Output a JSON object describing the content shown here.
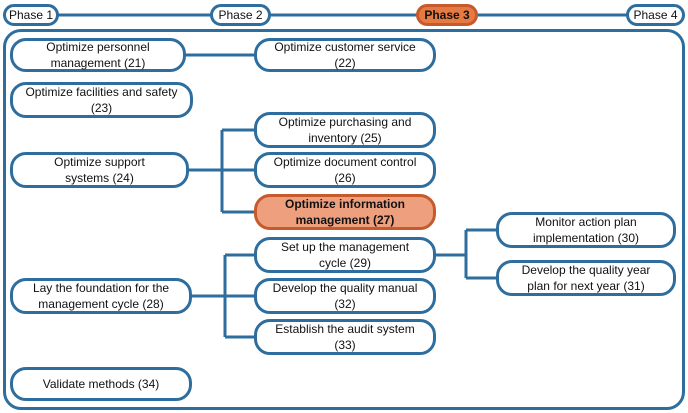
{
  "colors": {
    "line": "#2e6e9e",
    "highlight_fill": "#ee9f7d",
    "highlight_border": "#c65a2c",
    "active_phase_fill": "#e67a43"
  },
  "phases": {
    "p1": "Phase 1",
    "p2": "Phase 2",
    "p3": "Phase 3",
    "p4": "Phase 4",
    "active": "Phase 3"
  },
  "nodes": {
    "personnel": "Optimize personnel\nmanagement (21)",
    "customer_service": "Optimize customer service (22)",
    "facilities": "Optimize facilities and safety\n(23)",
    "support": "Optimize support\nsystems (24)",
    "purchasing": "Optimize purchasing and\ninventory (25)",
    "document_control": "Optimize document control\n(26)",
    "information_mgmt": "Optimize information\nmanagement (27)",
    "foundation": "Lay the foundation for the\nmanagement cycle (28)",
    "mgmt_cycle": "Set up the management\ncycle (29)",
    "monitor": "Monitor action plan\nimplementation (30)",
    "quality_year": "Develop the quality year\nplan for next year (31)",
    "quality_manual": "Develop the quality manual\n(32)",
    "audit_system": "Establish the audit system (33)",
    "validate": "Validate methods (34)"
  }
}
